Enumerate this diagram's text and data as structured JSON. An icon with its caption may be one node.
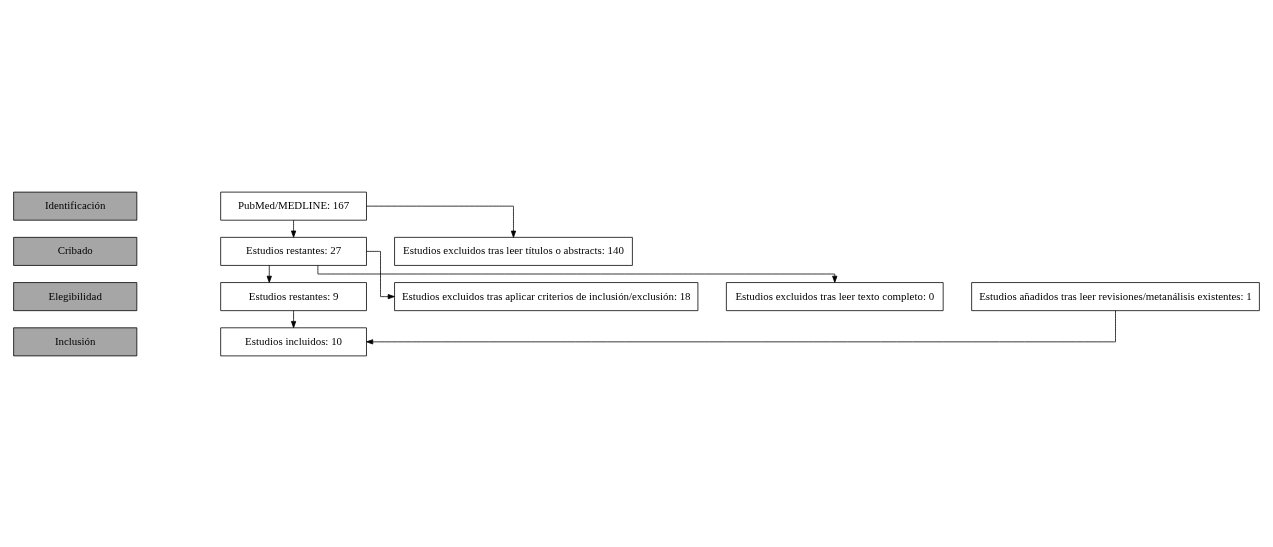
{
  "diagram": {
    "nodes": [
      {
        "text": [
          "Identificación"
        ]
      },
      {
        "text": [
          "PubMed/MEDLINE: 167"
        ]
      },
      {
        "text": [
          "Estudios excluidos tras leer títulos o abstracts: 140"
        ]
      },
      {
        "text": [
          "Cribado"
        ]
      },
      {
        "text": [
          "Estudios restantes: 27"
        ]
      },
      {
        "text": [
          "Estudios excluidos tras aplicar criterios de inclusión/exclusión: 18"
        ]
      },
      {
        "text": [
          "Estudios excluidos tras leer texto completo: 0"
        ]
      },
      {
        "text": [
          "Elegibilidad"
        ]
      },
      {
        "text": [
          "Estudios restantes: 9"
        ]
      },
      {
        "text": [
          "Estudios añadidos tras leer revisiones/metanálisis existentes: 1"
        ]
      },
      {
        "text": [
          "Inclusión"
        ]
      },
      {
        "text": [
          "Estudios incluidos: 10"
        ]
      }
    ],
    "edges": [
      {
        "from": 1,
        "to": 4,
        "arrow": "to"
      },
      {
        "from": 1,
        "to": 2,
        "arrow": "to"
      },
      {
        "from": 4,
        "to": 8,
        "arrow": "to"
      },
      {
        "from": 4,
        "to": 5,
        "arrow": "to"
      },
      {
        "from": 4,
        "to": 6,
        "arrow": "to"
      },
      {
        "from": 8,
        "to": 11,
        "arrow": "to"
      },
      {
        "from": 9,
        "to": 11,
        "arrow": "to"
      }
    ]
  }
}
